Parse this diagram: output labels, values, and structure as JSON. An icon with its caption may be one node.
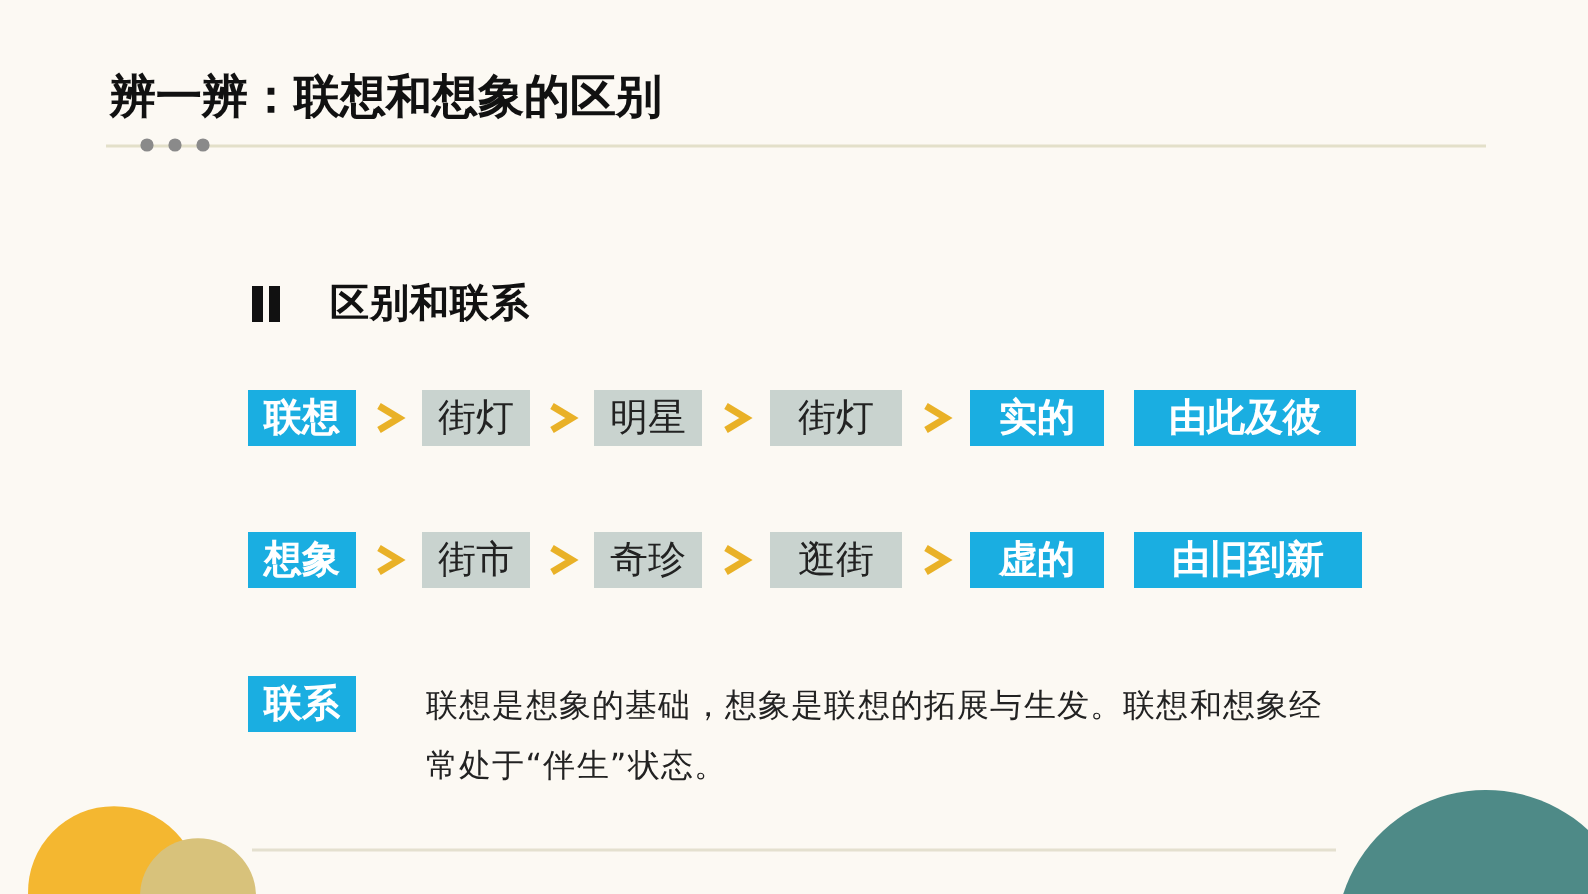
{
  "diagram": {
    "title": "辨一辨：联想和想象的区别",
    "nodes": [
      {
        "text": [
          "联想"
        ]
      },
      {
        "text": [
          "街灯"
        ]
      },
      {
        "text": [
          "明星"
        ]
      },
      {
        "text": [
          "街灯"
        ]
      },
      {
        "text": [
          "实的"
        ]
      },
      {
        "text": [
          "由此及彼"
        ]
      },
      {
        "text": [
          "想象"
        ]
      },
      {
        "text": [
          "街市"
        ]
      },
      {
        "text": [
          "奇珍"
        ]
      },
      {
        "text": [
          "逛街"
        ]
      },
      {
        "text": [
          "虚的"
        ]
      },
      {
        "text": [
          "由旧到新"
        ]
      },
      {
        "text": [
          "联系"
        ],
        "beside": [
          "联想是想象的基础，想象是联想的拓展与生发。联想和想象经常处于“伴生”状态。"
        ]
      }
    ],
    "edges": [
      {
        "from": 0,
        "to": 1,
        "arrow": "to"
      },
      {
        "from": 1,
        "to": 2,
        "arrow": "to"
      },
      {
        "from": 2,
        "to": 3,
        "arrow": "to"
      },
      {
        "from": 3,
        "to": 4,
        "arrow": "to"
      },
      {
        "from": 6,
        "to": 7,
        "arrow": "to"
      },
      {
        "from": 7,
        "to": 8,
        "arrow": "to"
      },
      {
        "from": 8,
        "to": 9,
        "arrow": "to"
      },
      {
        "from": 9,
        "to": 10,
        "arrow": "to"
      }
    ],
    "labels": [
      "区别和联系"
    ]
  }
}
